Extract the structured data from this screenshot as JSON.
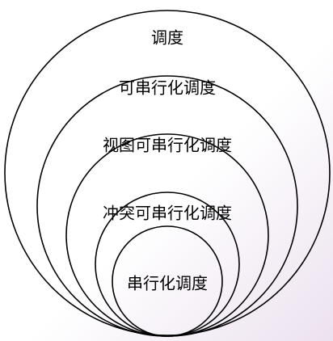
{
  "diagram": {
    "colors": {
      "stroke": "#000000",
      "text": "#000000",
      "background_tint": "#ece2ef"
    },
    "rings": [
      {
        "label": "调度"
      },
      {
        "label": "可串行化调度"
      },
      {
        "label": "视图可串行化调度"
      },
      {
        "label": "冲突可串行化调度"
      },
      {
        "label": "串行化调度"
      }
    ]
  }
}
